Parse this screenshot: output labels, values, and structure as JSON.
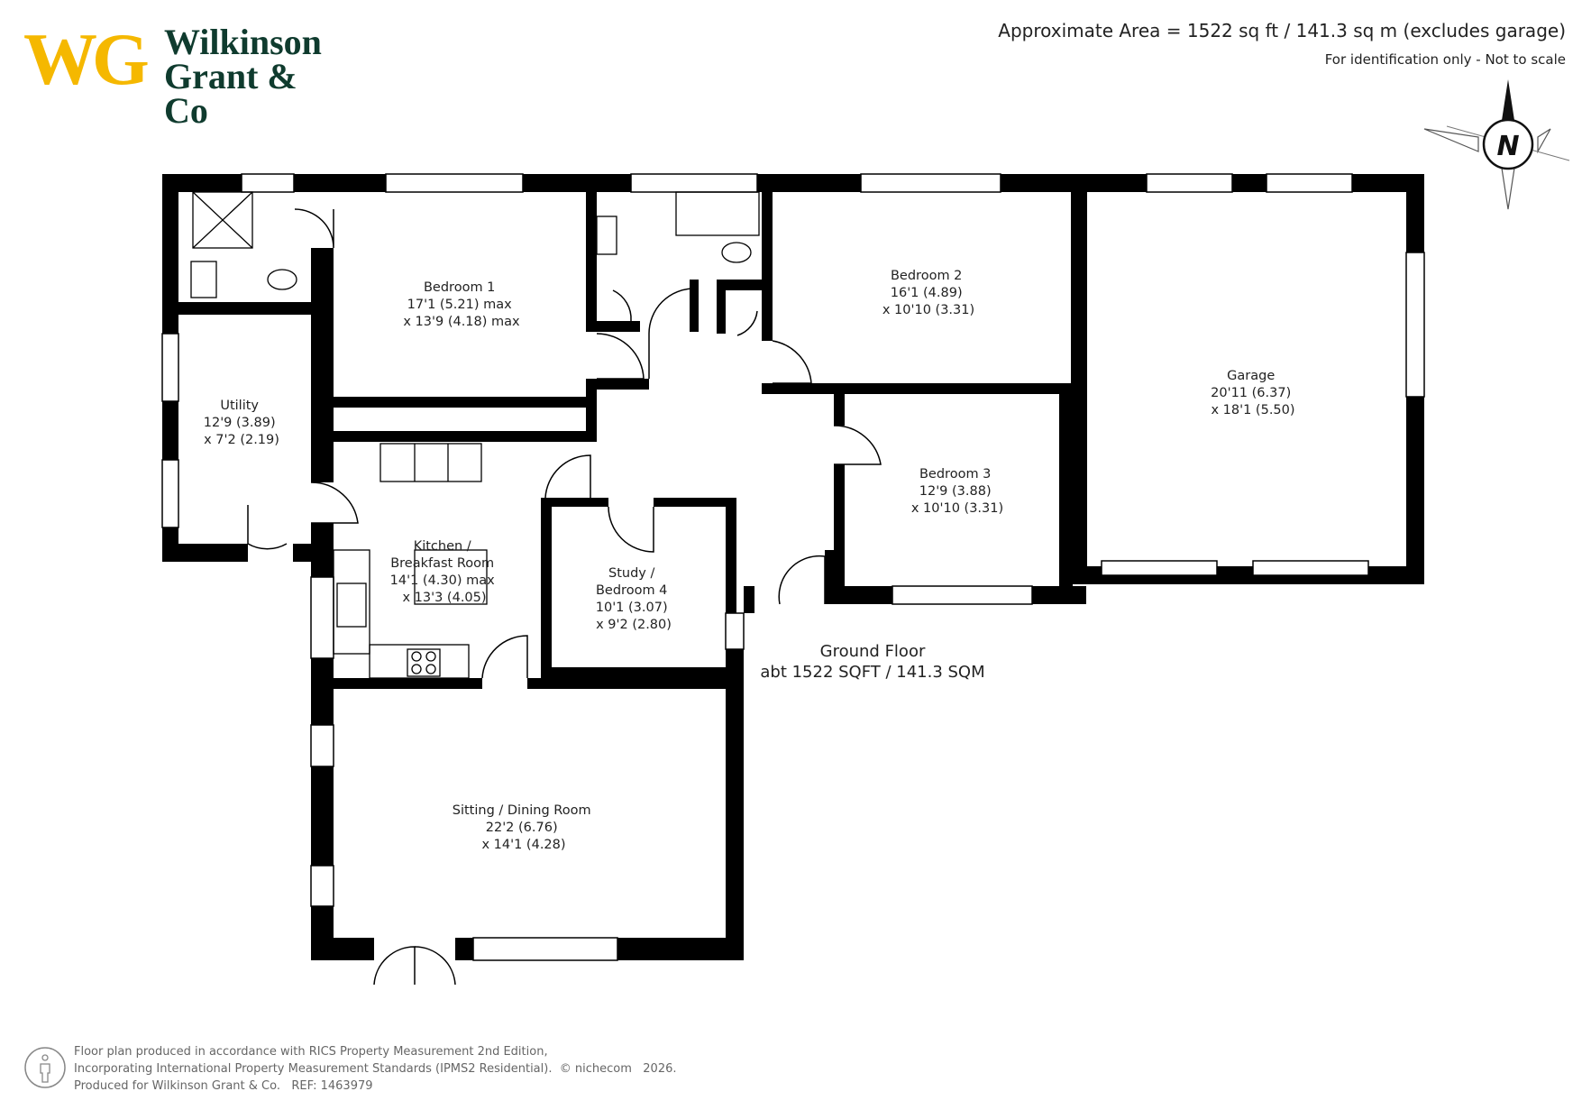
{
  "logo": {
    "mark": "WG",
    "line1": "Wilkinson",
    "line2": "Grant & Co",
    "colors": {
      "mark": "#f5b800",
      "name": "#0f3b2e"
    }
  },
  "header": {
    "area": "Approximate Area = 1522 sq ft / 141.3 sq m (excludes garage)",
    "note": "For identification only - Not to scale"
  },
  "compass": {
    "letter": "N"
  },
  "rooms": [
    {
      "id": "bedroom-1",
      "lines": [
        "Bedroom 1",
        "17'1 (5.21) max",
        "x 13'9 (4.18) max"
      ]
    },
    {
      "id": "bedroom-2",
      "lines": [
        "Bedroom 2",
        "16'1 (4.89)",
        "x 10'10 (3.31)"
      ]
    },
    {
      "id": "garage",
      "lines": [
        "Garage",
        "20'11 (6.37)",
        "x 18'1 (5.50)"
      ]
    },
    {
      "id": "utility",
      "lines": [
        "Utility",
        "12'9 (3.89)",
        "x 7'2 (2.19)"
      ]
    },
    {
      "id": "bedroom-3",
      "lines": [
        "Bedroom 3",
        "12'9 (3.88)",
        "x 10'10 (3.31)"
      ]
    },
    {
      "id": "kitchen",
      "lines": [
        "Kitchen /",
        "Breakfast Room",
        "14'1 (4.30) max",
        "x 13'3 (4.05)"
      ]
    },
    {
      "id": "study",
      "lines": [
        "Study /",
        "Bedroom 4",
        "10'1 (3.07)",
        "x 9'2 (2.80)"
      ]
    },
    {
      "id": "sitting",
      "lines": [
        "Sitting / Dining Room",
        "22'2 (6.76)",
        "x 14'1 (4.28)"
      ]
    }
  ],
  "floor": {
    "name": "Ground Floor",
    "area": "abt 1522 SQFT / 141.3 SQM"
  },
  "footer": {
    "line1": "Floor plan produced in accordance with RICS Property Measurement 2nd Edition,",
    "line2": "Incorporating International Property Measurement Standards (IPMS2 Residential).",
    "copyright": "© nichecom",
    "year": "2026.",
    "line3": "Produced for Wilkinson Grant & Co.",
    "ref": "REF:  1463979"
  },
  "colors": {
    "wall": "#000000",
    "text": "#222222",
    "footer": "#666666"
  }
}
